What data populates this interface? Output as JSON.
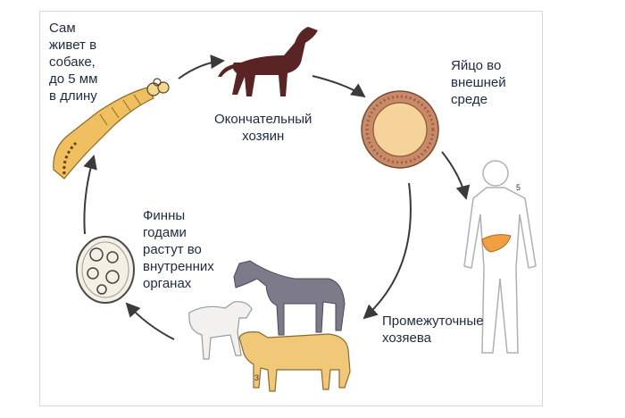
{
  "labels": {
    "adult_worm": "Сам\nживет в\nсобаке,\nдо 5 мм\nв длину",
    "final_host": "Окончательный\nхозяин",
    "egg": "Яйцо во\nвнешней\nсреде",
    "cysts": "Финны\nгодами\nрастут во\nвнутренних\nорганах",
    "intermediate_hosts": "Промежуточные\nхозяева"
  },
  "tags": {
    "human": "5",
    "livestock": "3"
  },
  "colors": {
    "dog": "#5a2424",
    "horse": "#7d7b8a",
    "cow": "#f0c878",
    "sheep": "#f3f0f0",
    "egg_outer": "#c98a6a",
    "egg_inner": "#f6d39a",
    "worm": "#f0c060",
    "liver": "#f0a040",
    "arrow": "#3a3a3a"
  }
}
